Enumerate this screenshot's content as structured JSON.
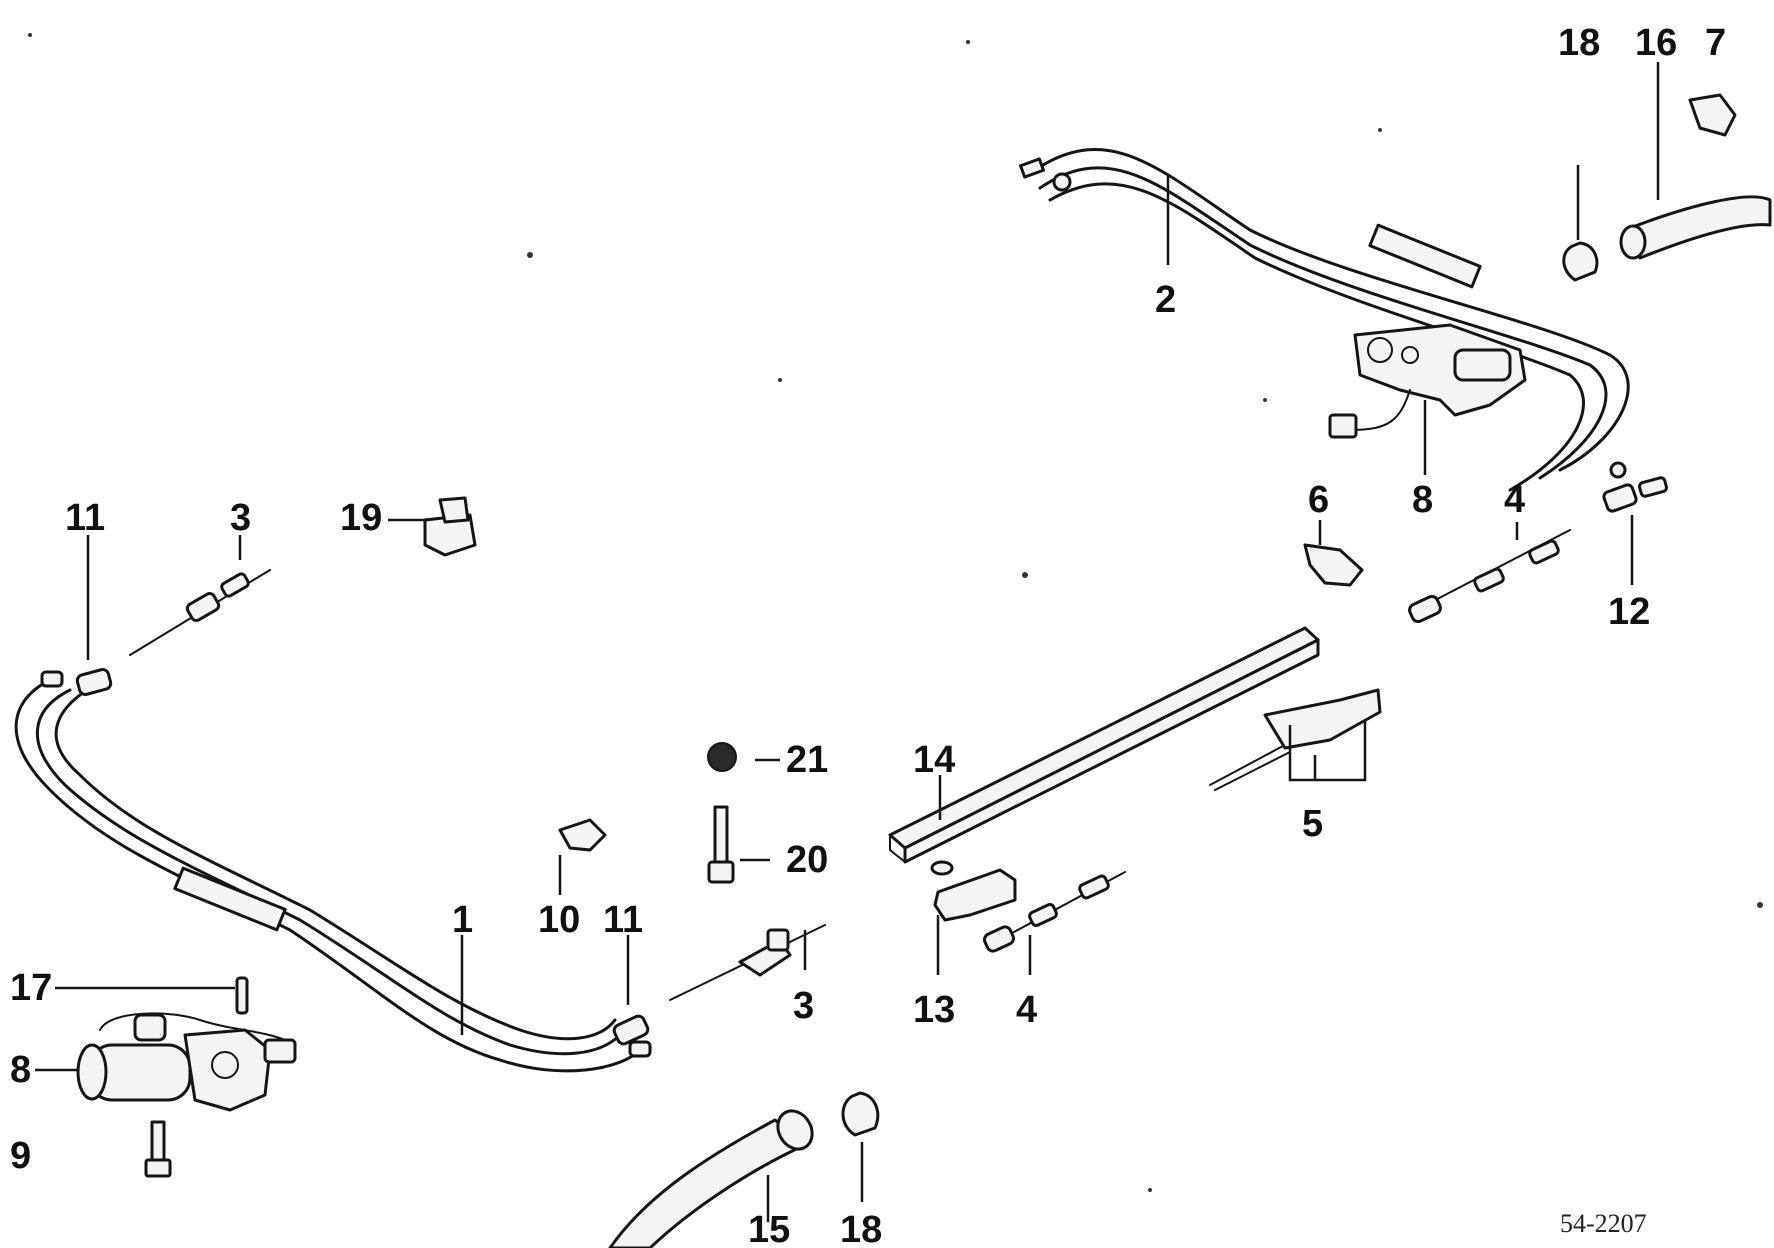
{
  "diagram": {
    "catalog_number": "54-2207",
    "callouts": {
      "c1": "1",
      "c2": "2",
      "c3a": "3",
      "c3b": "3",
      "c4a": "4",
      "c4b": "4",
      "c5": "5",
      "c6": "6",
      "c7": "7",
      "c8a": "8",
      "c8b": "8",
      "c9": "9",
      "c10": "10",
      "c11a": "11",
      "c11b": "11",
      "c12": "12",
      "c13": "13",
      "c14": "14",
      "c15": "15",
      "c16": "16",
      "c17": "17",
      "c18a": "18",
      "c18b": "18",
      "c19": "19",
      "c20": "20",
      "c21": "21"
    }
  },
  "colors": {
    "ink": "#151515",
    "paper": "#ffffff"
  }
}
